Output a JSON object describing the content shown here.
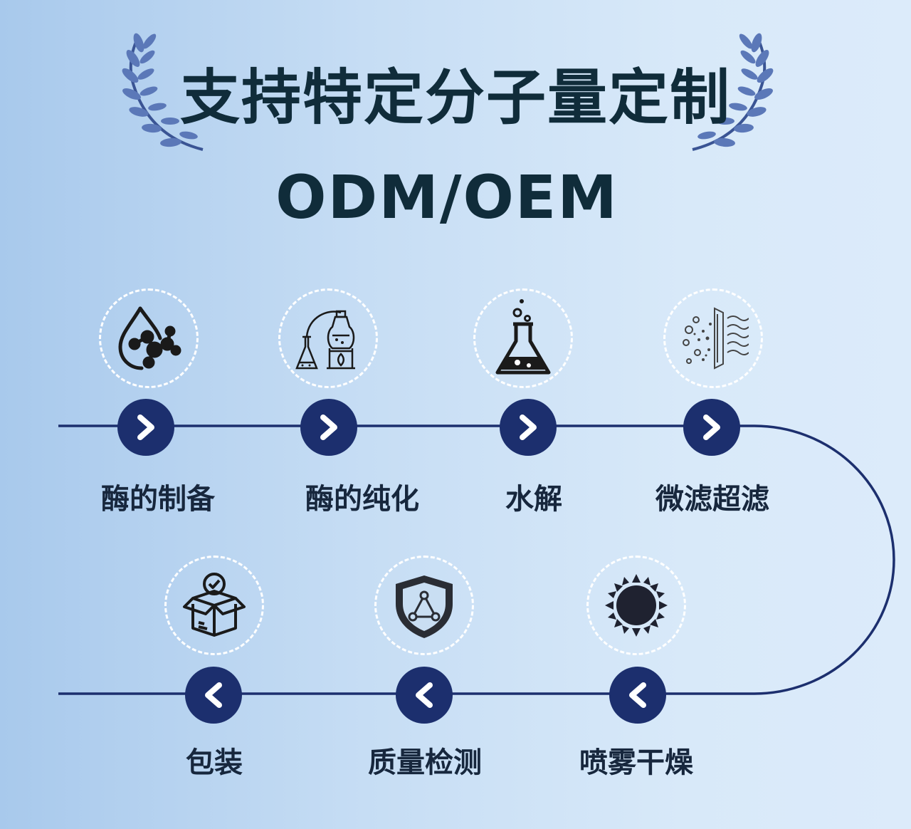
{
  "header": {
    "title": "支持特定分子量定制",
    "subtitle": "ODM/OEM"
  },
  "colors": {
    "title": "#102c3a",
    "line": "#1c2f6e",
    "button": "#1c2f6e",
    "label": "#17273d"
  },
  "process": {
    "row1": [
      {
        "label": "酶的制备",
        "icon": "molecule-drop-icon",
        "arrow": "chevron-right-icon"
      },
      {
        "label": "酶的纯化",
        "icon": "lab-equipment-icon",
        "arrow": "chevron-right-icon"
      },
      {
        "label": "水解",
        "icon": "flask-icon",
        "arrow": "chevron-right-icon"
      },
      {
        "label": "微滤超滤",
        "icon": "filter-icon",
        "arrow": "chevron-right-icon"
      }
    ],
    "row2": [
      {
        "label": "包装",
        "icon": "package-check-icon",
        "arrow": "chevron-left-icon"
      },
      {
        "label": "质量检测",
        "icon": "shield-network-icon",
        "arrow": "chevron-left-icon"
      },
      {
        "label": "喷雾干燥",
        "icon": "sun-icon",
        "arrow": "chevron-left-icon"
      }
    ]
  }
}
